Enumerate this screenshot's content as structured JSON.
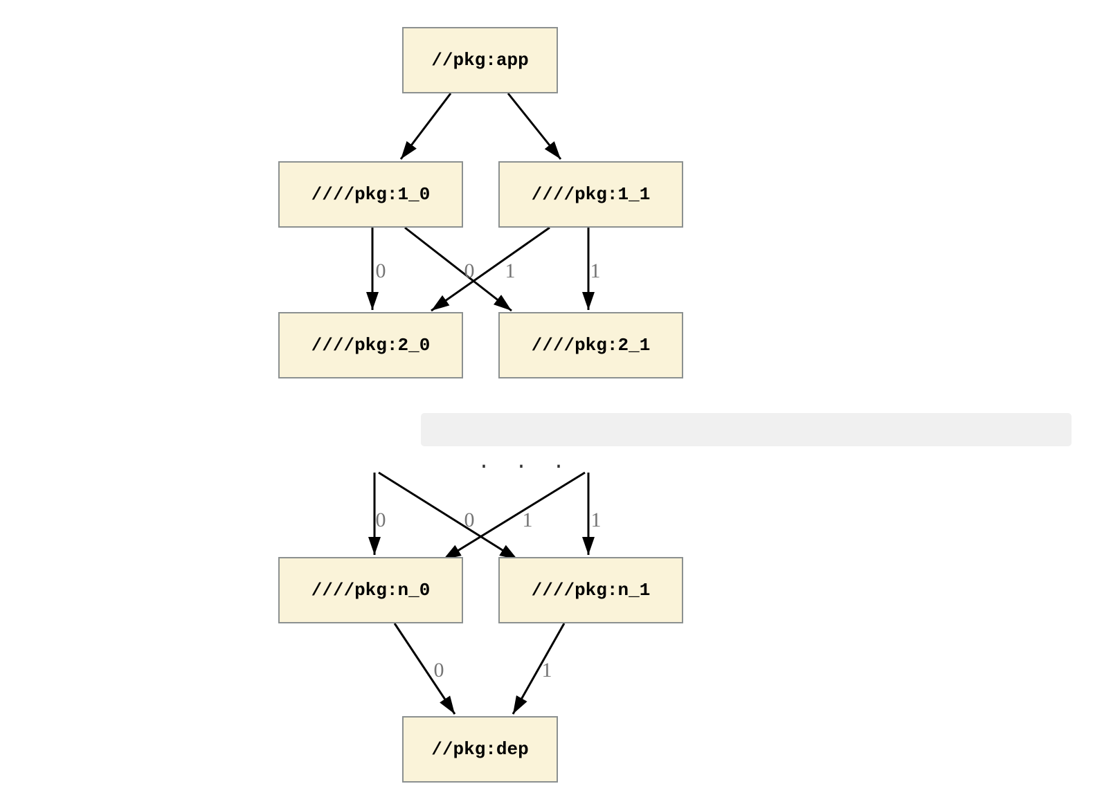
{
  "diagram": {
    "nodes": {
      "app": {
        "label": "//pkg:app"
      },
      "l1_0": {
        "label": "////pkg:1_0"
      },
      "l1_1": {
        "label": "////pkg:1_1"
      },
      "l2_0": {
        "label": "////pkg:2_0"
      },
      "l2_1": {
        "label": "////pkg:2_1"
      },
      "ln_0": {
        "label": "////pkg:n_0"
      },
      "ln_1": {
        "label": "////pkg:n_1"
      },
      "dep": {
        "label": "//pkg:dep"
      }
    },
    "ellipsis": ".  .  .",
    "edge_labels": {
      "e_1_0__2_0": "0",
      "e_1_1__2_0": "0",
      "e_1_0__2_1": "1",
      "e_1_1__2_1": "1",
      "e_dots__n_0": "0",
      "e_dots__n_0_cross": "0",
      "e_dots__n_1_cross": "1",
      "e_dots__n_1": "1",
      "e_n_0__dep": "0",
      "e_n_1__dep": "1"
    },
    "colors": {
      "background": "#FFFFFF",
      "node_fill": "#FAF3D9",
      "node_border": "#8B9090",
      "node_text": "#000000",
      "edge_stroke": "#000000",
      "edge_label_text": "#757575",
      "ellipsis_band_bg": "#F0F0F0",
      "ellipsis_text": "#333333"
    }
  }
}
